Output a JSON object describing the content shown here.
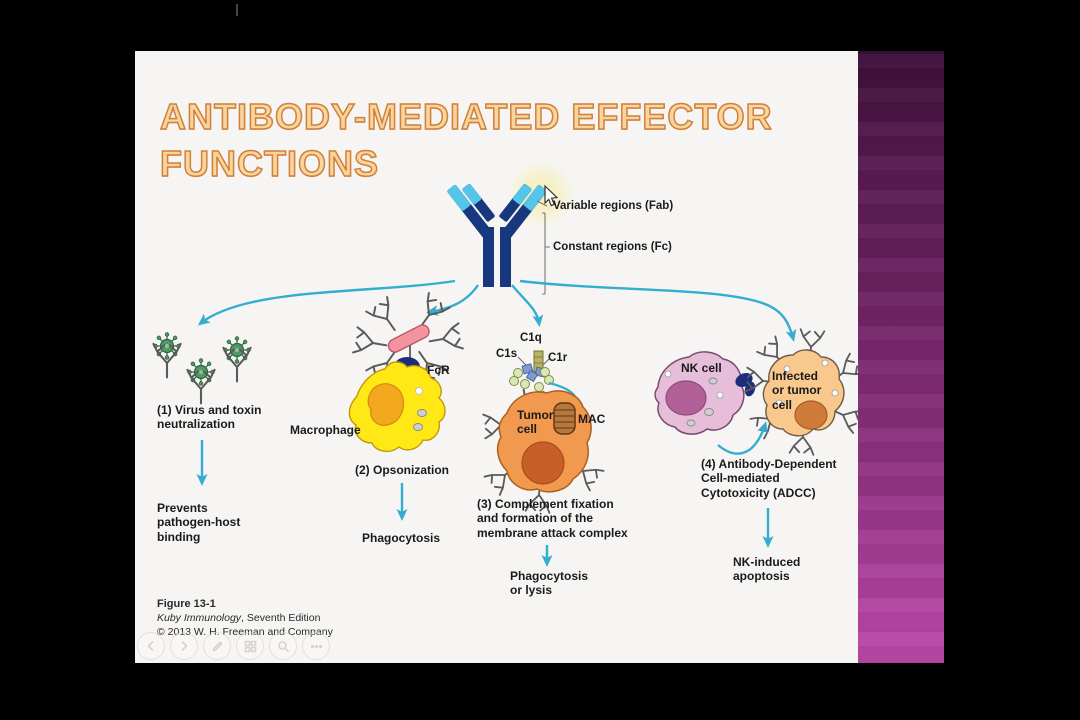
{
  "slide": {
    "title": {
      "line1": "ANTIBODY-MEDIATED EFFECTOR",
      "line2": "FUNCTIONS"
    },
    "antibody_labels": {
      "variable": "Variable regions (Fab)",
      "constant": "Constant regions (Fc)"
    },
    "branch1": {
      "title": "(1) Virus and toxin\nneutralization",
      "outcome": "Prevents\npathogen-host\nbinding"
    },
    "branch2": {
      "cell": "Macrophage",
      "receptor": "FcR",
      "title": "(2) Opsonization",
      "outcome": "Phagocytosis"
    },
    "branch3": {
      "c1q": "C1q",
      "c1s": "C1s",
      "c1r": "C1r",
      "cell": "Tumor\ncell",
      "mac": "MAC",
      "title": "(3) Complement fixation\nand formation of the\nmembrane attack complex",
      "outcome": "Phagocytosis\nor lysis"
    },
    "branch4": {
      "nk_cell": "NK cell",
      "target_cell": "Infected\nor tumor\ncell",
      "title": "(4) Antibody-Dependent\nCell-mediated\nCytotoxicity (ADCC)",
      "outcome": "NK-induced\napoptosis"
    },
    "caption": {
      "figure": "Figure 13-1",
      "book": "Kuby Immunology",
      "edition": ", Seventh Edition",
      "copyright": "© 2013 W. H. Freeman and Company"
    }
  },
  "toolbar": {
    "buttons": [
      "previous-slide",
      "next-slide",
      "pen-tools",
      "all-slides",
      "zoom-slide",
      "more-options"
    ]
  },
  "colors": {
    "background": "#000000",
    "slide_bg": "#f6f5f3",
    "arrow_teal": "#35adcf",
    "antibody_navy": "#17377e",
    "antibody_cyan": "#55c6ea",
    "title_fill": "#f9d49c",
    "title_stroke": "#cf803a",
    "strip_top": "#3c0f38",
    "strip_bottom": "#bb49a9",
    "macrophage_yellow": "#ffe816",
    "macrophage_nucleus": "#f4a81d",
    "tumor_orange": "#f0994f",
    "tumor_nucleus": "#c85f28",
    "mac_brown": "#b5793f",
    "nk_pink": "#e6bed9",
    "nk_nucleus": "#b26198",
    "infected_tan": "#f9c88c",
    "infected_nucleus": "#cf7c3a",
    "virus_green": "#4f9c63",
    "bacterium_pink": "#f2949f",
    "receptor_navy": "#1b2d7d",
    "cursor_glow": "#f6eeb0"
  }
}
